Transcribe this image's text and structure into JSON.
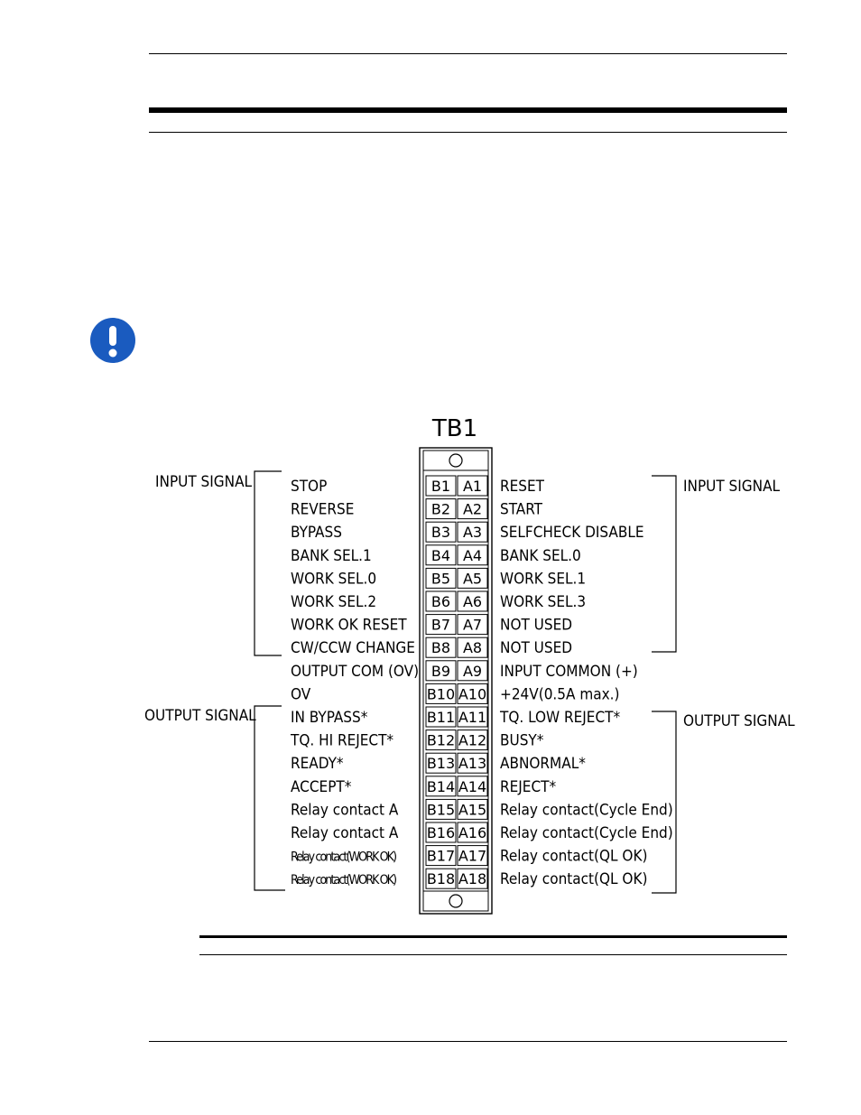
{
  "diagram": {
    "title": "TB1",
    "groups": {
      "left_input": "INPUT SIGNAL",
      "left_output": "OUTPUT SIGNAL",
      "right_input": "INPUT SIGNAL",
      "right_output": "OUTPUT SIGNAL"
    },
    "terminals": [
      {
        "b": "B1",
        "a": "A1",
        "left": "STOP",
        "right": "RESET"
      },
      {
        "b": "B2",
        "a": "A2",
        "left": "REVERSE",
        "right": "START"
      },
      {
        "b": "B3",
        "a": "A3",
        "left": "BYPASS",
        "right": "SELFCHECK DISABLE"
      },
      {
        "b": "B4",
        "a": "A4",
        "left": "BANK SEL.1",
        "right": "BANK SEL.0"
      },
      {
        "b": "B5",
        "a": "A5",
        "left": "WORK SEL.0",
        "right": "WORK SEL.1"
      },
      {
        "b": "B6",
        "a": "A6",
        "left": "WORK SEL.2",
        "right": "WORK SEL.3"
      },
      {
        "b": "B7",
        "a": "A7",
        "left": "WORK OK RESET",
        "right": "NOT USED"
      },
      {
        "b": "B8",
        "a": "A8",
        "left": "CW/CCW CHANGE",
        "right": "NOT USED"
      },
      {
        "b": "B9",
        "a": "A9",
        "left": "OUTPUT COM (OV)",
        "right": "INPUT COMMON (+)"
      },
      {
        "b": "B10",
        "a": "A10",
        "left": "OV",
        "right": "+24V(0.5A max.)"
      },
      {
        "b": "B11",
        "a": "A11",
        "left": "IN BYPASS*",
        "right": "TQ. LOW REJECT*"
      },
      {
        "b": "B12",
        "a": "A12",
        "left": "TQ. HI REJECT*",
        "right": "BUSY*"
      },
      {
        "b": "B13",
        "a": "A13",
        "left": "READY*",
        "right": "ABNORMAL*"
      },
      {
        "b": "B14",
        "a": "A14",
        "left": "ACCEPT*",
        "right": "REJECT*"
      },
      {
        "b": "B15",
        "a": "A15",
        "left": "Relay contact A",
        "right": "Relay contact(Cycle End)"
      },
      {
        "b": "B16",
        "a": "A16",
        "left": "Relay contact A",
        "right": "Relay contact(Cycle End)"
      },
      {
        "b": "B17",
        "a": "A17",
        "left": "Relay contact(WORK OK)",
        "right": "Relay contact(QL OK)"
      },
      {
        "b": "B18",
        "a": "A18",
        "left": "Relay contact(WORK OK)",
        "right": "Relay contact(QL OK)"
      }
    ]
  },
  "colors": {
    "icon_blue": "#1a5bbf",
    "ink": "#000000"
  },
  "icons": {
    "important": "exclamation-circle-icon"
  }
}
